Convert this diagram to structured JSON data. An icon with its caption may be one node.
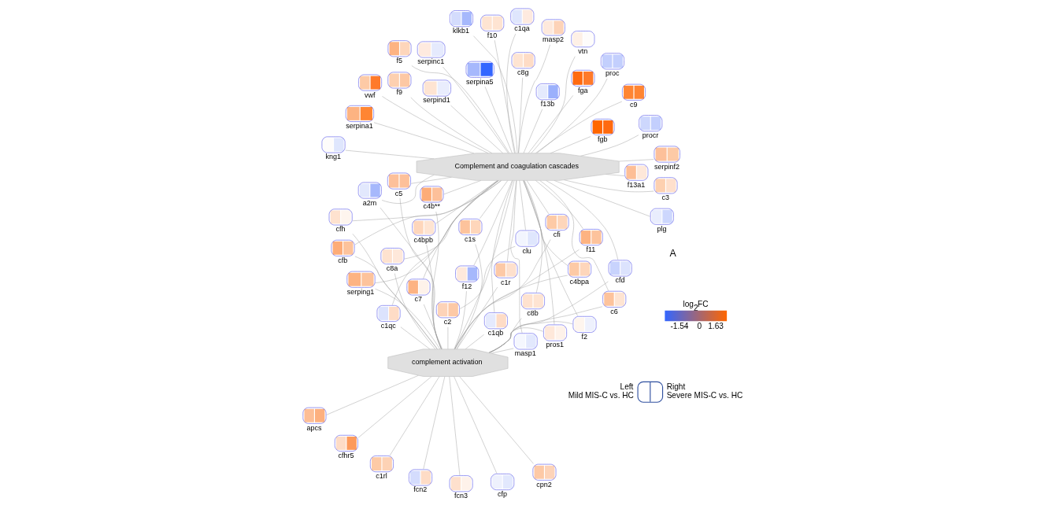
{
  "diagram": {
    "nodes": [
      {
        "text": [
          "complement activation"
        ]
      },
      {
        "text": [
          "cpn2"
        ]
      },
      {
        "text": [
          "fcn2"
        ]
      },
      {
        "text": [
          "apcs"
        ]
      },
      {
        "text": [
          "cfp"
        ]
      },
      {
        "text": [
          "cfhr5"
        ]
      },
      {
        "text": [
          "c1rl"
        ]
      },
      {
        "text": [
          "fcn3"
        ]
      },
      {
        "text": [
          "c2"
        ]
      },
      {
        "text": [
          "pros1"
        ]
      },
      {
        "text": [
          "c1qb"
        ]
      },
      {
        "text": [
          "cfb"
        ]
      },
      {
        "text": [
          "cfd"
        ]
      },
      {
        "text": [
          "c4bpa"
        ]
      },
      {
        "text": [
          "c4b**"
        ]
      },
      {
        "text": [
          "c8b"
        ]
      },
      {
        "text": [
          "f2"
        ]
      },
      {
        "text": [
          "a2m"
        ]
      },
      {
        "text": [
          "cfh"
        ]
      },
      {
        "text": [
          "c4bpb"
        ]
      },
      {
        "text": [
          "f12"
        ]
      },
      {
        "text": [
          "serping1"
        ]
      },
      {
        "text": [
          "clu"
        ]
      },
      {
        "text": [
          "cfi"
        ]
      },
      {
        "text": [
          "c5"
        ]
      },
      {
        "text": [
          "masp1"
        ]
      },
      {
        "text": [
          "f11"
        ]
      },
      {
        "text": [
          "c8a"
        ]
      },
      {
        "text": [
          "c7"
        ]
      },
      {
        "text": [
          "c6"
        ]
      },
      {
        "text": [
          "c1s"
        ]
      },
      {
        "text": [
          "c1r"
        ]
      },
      {
        "text": [
          "c1qc"
        ]
      },
      {
        "text": [
          "Complement and coagulation cascades"
        ]
      },
      {
        "text": [
          "vtn"
        ]
      },
      {
        "text": [
          "f13a1"
        ]
      },
      {
        "text": [
          "f13b"
        ]
      },
      {
        "text": [
          "masp2"
        ]
      },
      {
        "text": [
          "f5"
        ]
      },
      {
        "text": [
          "f9"
        ]
      },
      {
        "text": [
          "serpina5"
        ]
      },
      {
        "text": [
          "serpinc1"
        ]
      },
      {
        "text": [
          "serpind1"
        ]
      },
      {
        "text": [
          "fga"
        ]
      },
      {
        "text": [
          "fgb"
        ]
      },
      {
        "text": [
          "serpina1"
        ]
      },
      {
        "text": [
          "serpinf2"
        ]
      },
      {
        "text": [
          "c3"
        ]
      },
      {
        "text": [
          "c9"
        ]
      },
      {
        "text": [
          "procr"
        ]
      },
      {
        "text": [
          "vwf"
        ]
      },
      {
        "text": [
          "proc"
        ]
      },
      {
        "text": [
          "c1qa"
        ]
      },
      {
        "text": [
          "f10"
        ]
      },
      {
        "text": [
          "c8g"
        ]
      },
      {
        "text": [
          "plg"
        ]
      },
      {
        "text": [
          "kng1"
        ]
      },
      {
        "text": [
          "klkb1"
        ]
      },
      {
        "text": [],
        "shape": "box",
        "beside": [
          "Left",
          "Mild MIS-C vs. HC",
          "Right",
          "Severe MIS-C vs. HC"
        ]
      }
    ],
    "edges": [
      {
        "from": 0,
        "to": 1,
        "arrow": "none"
      },
      {
        "from": 0,
        "to": 2,
        "arrow": "none"
      },
      {
        "from": 0,
        "to": 3,
        "arrow": "none"
      },
      {
        "from": 0,
        "to": 4,
        "arrow": "none"
      },
      {
        "from": 0,
        "to": 5,
        "arrow": "none"
      },
      {
        "from": 0,
        "to": 6,
        "arrow": "none"
      },
      {
        "from": 0,
        "to": 7,
        "arrow": "none"
      },
      {
        "from": 0,
        "to": 8,
        "arrow": "none"
      },
      {
        "from": 0,
        "to": 9,
        "arrow": "none"
      },
      {
        "from": 0,
        "to": 10,
        "arrow": "none"
      },
      {
        "from": 0,
        "to": 11,
        "arrow": "none"
      },
      {
        "from": 0,
        "to": 12,
        "arrow": "none"
      },
      {
        "from": 0,
        "to": 13,
        "arrow": "none"
      },
      {
        "from": 0,
        "to": 14,
        "arrow": "none"
      },
      {
        "from": 0,
        "to": 15,
        "arrow": "none"
      },
      {
        "from": 0,
        "to": 16,
        "arrow": "none"
      },
      {
        "from": 0,
        "to": 17,
        "arrow": "none"
      },
      {
        "from": 0,
        "to": 18,
        "arrow": "none"
      },
      {
        "from": 0,
        "to": 19,
        "arrow": "none"
      },
      {
        "from": 0,
        "to": 20,
        "arrow": "none"
      },
      {
        "from": 0,
        "to": 21,
        "arrow": "none"
      },
      {
        "from": 0,
        "to": 22,
        "arrow": "none"
      },
      {
        "from": 0,
        "to": 23,
        "arrow": "none"
      },
      {
        "from": 0,
        "to": 24,
        "arrow": "none"
      },
      {
        "from": 0,
        "to": 25,
        "arrow": "none"
      },
      {
        "from": 0,
        "to": 26,
        "arrow": "none"
      },
      {
        "from": 0,
        "to": 27,
        "arrow": "none"
      },
      {
        "from": 0,
        "to": 28,
        "arrow": "none"
      },
      {
        "from": 0,
        "to": 29,
        "arrow": "none"
      },
      {
        "from": 0,
        "to": 30,
        "arrow": "none"
      },
      {
        "from": 0,
        "to": 31,
        "arrow": "none"
      },
      {
        "from": 0,
        "to": 32,
        "arrow": "none"
      },
      {
        "from": 8,
        "to": 33,
        "arrow": "none"
      },
      {
        "from": 9,
        "to": 33,
        "arrow": "none"
      },
      {
        "from": 10,
        "to": 33,
        "arrow": "none"
      },
      {
        "from": 11,
        "to": 33,
        "arrow": "none"
      },
      {
        "from": 12,
        "to": 33,
        "arrow": "none"
      },
      {
        "from": 13,
        "to": 33,
        "arrow": "none"
      },
      {
        "from": 14,
        "to": 33,
        "arrow": "none"
      },
      {
        "from": 15,
        "to": 33,
        "arrow": "none"
      },
      {
        "from": 16,
        "to": 33,
        "arrow": "none"
      },
      {
        "from": 17,
        "to": 33,
        "arrow": "none"
      },
      {
        "from": 18,
        "to": 33,
        "arrow": "none"
      },
      {
        "from": 19,
        "to": 33,
        "arrow": "none"
      },
      {
        "from": 20,
        "to": 33,
        "arrow": "none"
      },
      {
        "from": 21,
        "to": 33,
        "arrow": "none"
      },
      {
        "from": 22,
        "to": 33,
        "arrow": "none"
      },
      {
        "from": 23,
        "to": 33,
        "arrow": "none"
      },
      {
        "from": 24,
        "to": 33,
        "arrow": "none"
      },
      {
        "from": 25,
        "to": 33,
        "arrow": "none"
      },
      {
        "from": 26,
        "to": 33,
        "arrow": "none"
      },
      {
        "from": 27,
        "to": 33,
        "arrow": "none"
      },
      {
        "from": 28,
        "to": 33,
        "arrow": "none"
      },
      {
        "from": 29,
        "to": 33,
        "arrow": "none"
      },
      {
        "from": 30,
        "to": 33,
        "arrow": "none"
      },
      {
        "from": 31,
        "to": 33,
        "arrow": "none"
      },
      {
        "from": 32,
        "to": 33,
        "arrow": "none"
      },
      {
        "from": 33,
        "to": 34,
        "arrow": "none"
      },
      {
        "from": 33,
        "to": 35,
        "arrow": "none"
      },
      {
        "from": 33,
        "to": 36,
        "arrow": "none"
      },
      {
        "from": 33,
        "to": 37,
        "arrow": "none"
      },
      {
        "from": 33,
        "to": 38,
        "arrow": "none"
      },
      {
        "from": 33,
        "to": 39,
        "arrow": "none"
      },
      {
        "from": 33,
        "to": 40,
        "arrow": "none"
      },
      {
        "from": 33,
        "to": 41,
        "arrow": "none"
      },
      {
        "from": 33,
        "to": 42,
        "arrow": "none"
      },
      {
        "from": 33,
        "to": 43,
        "arrow": "none"
      },
      {
        "from": 33,
        "to": 44,
        "arrow": "none"
      },
      {
        "from": 33,
        "to": 45,
        "arrow": "none"
      },
      {
        "from": 33,
        "to": 46,
        "arrow": "none"
      },
      {
        "from": 33,
        "to": 47,
        "arrow": "none"
      },
      {
        "from": 33,
        "to": 48,
        "arrow": "none"
      },
      {
        "from": 33,
        "to": 49,
        "arrow": "none"
      },
      {
        "from": 33,
        "to": 50,
        "arrow": "none"
      },
      {
        "from": 33,
        "to": 51,
        "arrow": "none"
      },
      {
        "from": 33,
        "to": 52,
        "arrow": "none"
      },
      {
        "from": 33,
        "to": 53,
        "arrow": "none"
      },
      {
        "from": 33,
        "to": 54,
        "arrow": "none"
      },
      {
        "from": 33,
        "to": 55,
        "arrow": "none"
      },
      {
        "from": 33,
        "to": 56,
        "arrow": "none"
      },
      {
        "from": 33,
        "to": 57,
        "arrow": "none"
      }
    ],
    "labels": [
      "A",
      "log$_{2}$FC",
      "-1.54",
      "0",
      "1.63"
    ]
  }
}
